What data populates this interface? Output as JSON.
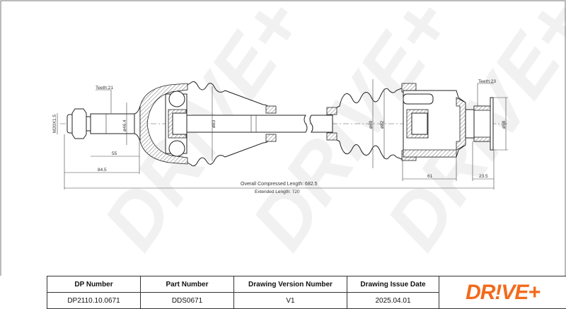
{
  "watermark": "DRIVE+",
  "drawing": {
    "teeth_left": "Teeth:21",
    "thread": "M20X1.5",
    "dia_left_shaft": "ø46.4",
    "dia_left_boot": "ø83",
    "dim_55": "55",
    "dim_84_5": "84.5",
    "overall_compressed": "Overall  Compressed  Length: 682.5",
    "extended": "Extended  Length: 720",
    "dia_right_boot_small": "ø69",
    "dia_right_boot_large": "ø82",
    "teeth_right": "Teeth:23",
    "dia_right_stub": "ø58",
    "dim_61": "61",
    "dim_23_5": "23.5"
  },
  "title_block": {
    "headers": [
      "DP Number",
      "Part Number",
      "Drawing Version Number",
      "Drawing Issue Date"
    ],
    "values": [
      "DP2110.10.0671",
      "DDS0671",
      "V1",
      "2025.04.01"
    ],
    "logo": "DR!VE+",
    "logo_color": "#f26a1b"
  }
}
